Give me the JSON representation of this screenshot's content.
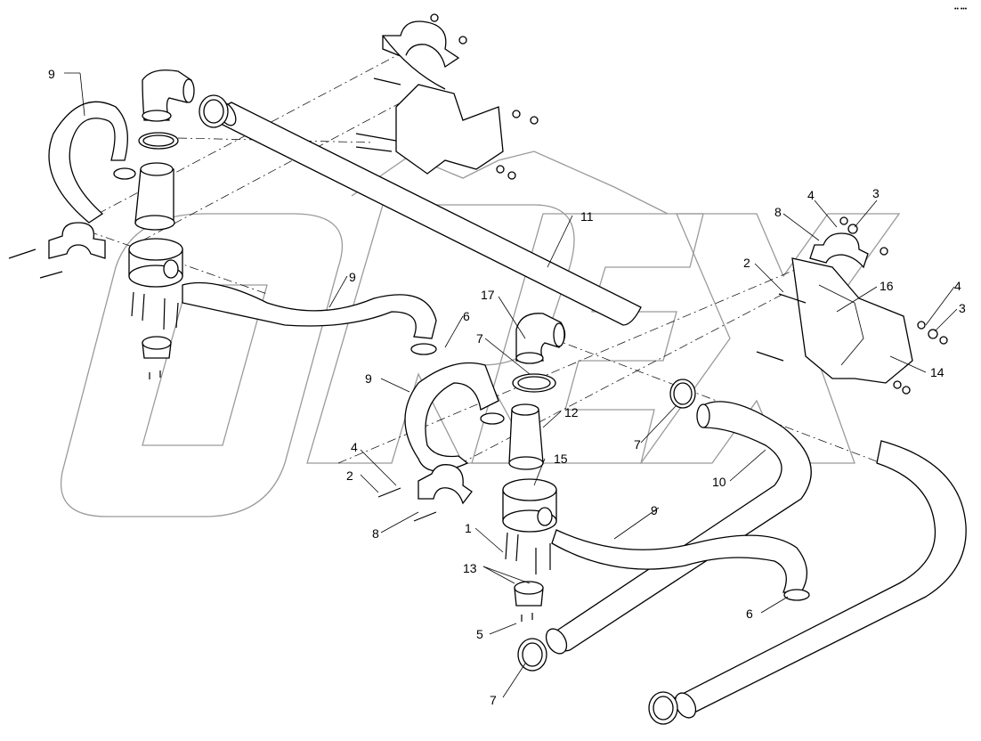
{
  "diagram": {
    "corner_text": "•• •••",
    "watermark_text": "OREX",
    "callouts": {
      "c9a": "9",
      "c9b": "9",
      "c9c": "9",
      "c9d": "9",
      "c11": "11",
      "c17": "17",
      "c6a": "6",
      "c6b": "6",
      "c7a": "7",
      "c7b": "7",
      "c7c": "7",
      "c12": "12",
      "c15": "15",
      "c4a": "4",
      "c4b": "4",
      "c3a": "3",
      "c3b": "3",
      "c8a": "8",
      "c8b": "8",
      "c2a": "2",
      "c2b": "2",
      "c16": "16",
      "c14": "14",
      "c10": "10",
      "c1": "1",
      "c13": "13",
      "c5": "5"
    }
  }
}
